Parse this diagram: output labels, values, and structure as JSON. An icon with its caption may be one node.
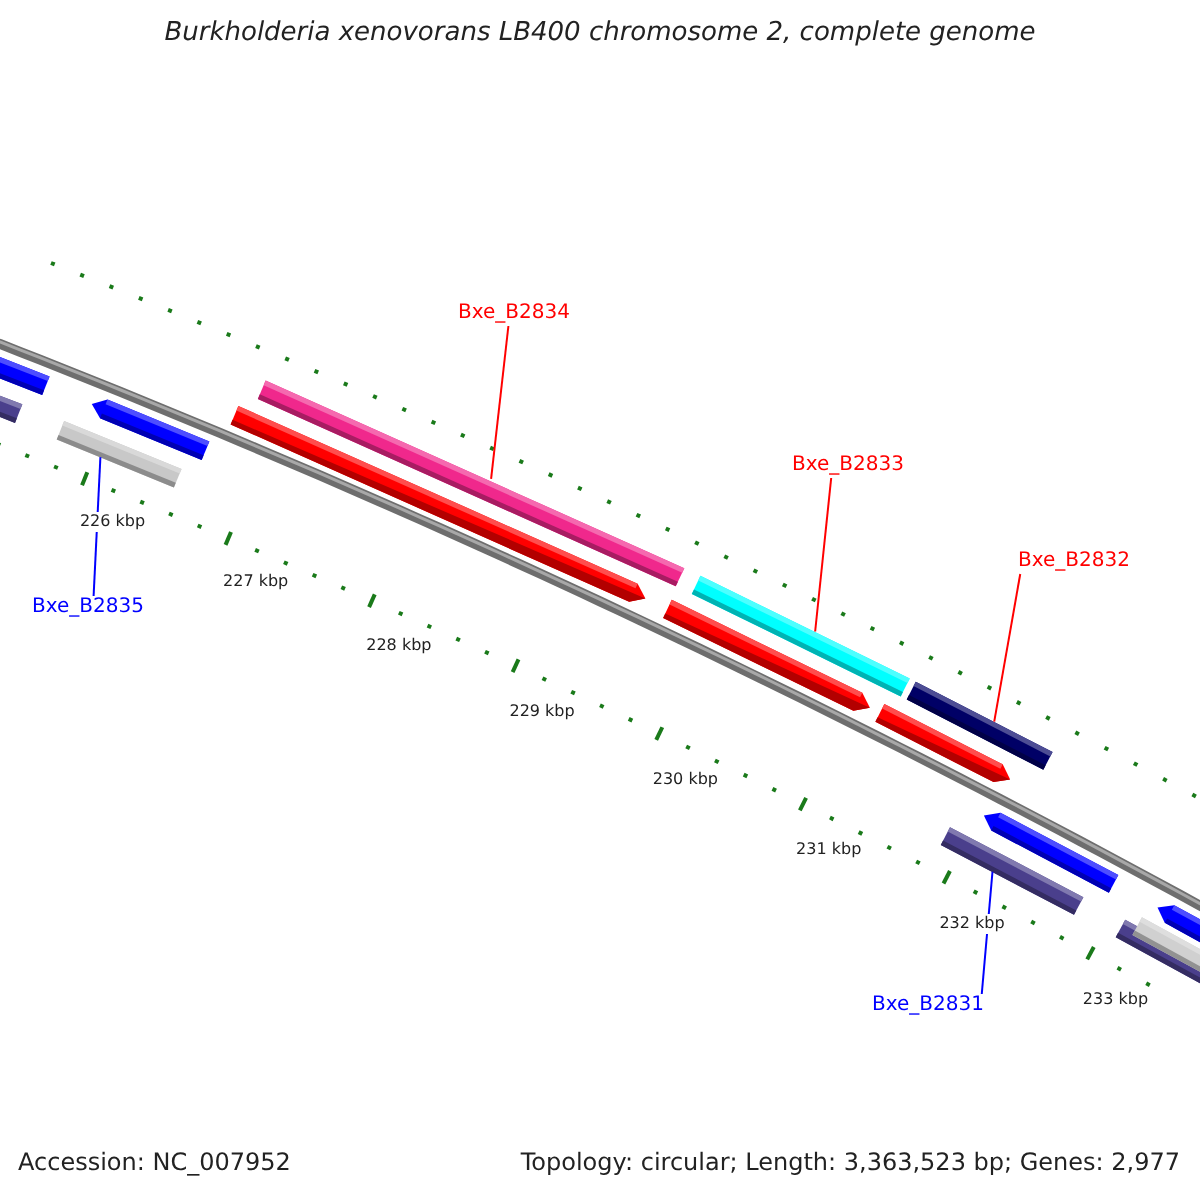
{
  "diagram": {
    "title": "Burkholderia xenovorans LB400 chromosome 2, complete genome",
    "nodes": [
      {
        "text": [
          "Bxe_B2834"
        ]
      },
      {
        "text": [],
        "shape": "bar"
      },
      {
        "text": [
          "Bxe_B2833"
        ]
      },
      {
        "text": [],
        "shape": "bar"
      },
      {
        "text": [
          "Bxe_B2832"
        ]
      },
      {
        "text": [],
        "shape": "bar"
      },
      {
        "text": [
          "Bxe_B2835"
        ]
      },
      {
        "text": [],
        "shape": "bar"
      },
      {
        "text": [
          "Bxe_B2831"
        ]
      },
      {
        "text": [],
        "shape": "bar"
      }
    ],
    "edges": [
      {
        "from": 0,
        "to": 1,
        "arrow": "none"
      },
      {
        "from": 2,
        "to": 3,
        "arrow": "none"
      },
      {
        "from": 4,
        "to": 5,
        "arrow": "none"
      },
      {
        "from": 6,
        "to": 7,
        "arrow": "none",
        "color": "#0000ff"
      },
      {
        "from": 8,
        "to": 9,
        "arrow": "none",
        "color": "#0000ff"
      }
    ],
    "labels": [
      "226 kbp",
      "227 kbp",
      "228 kbp",
      "229 kbp",
      "230 kbp",
      "231 kbp",
      "232 kbp",
      "233 kbp",
      "Accession: NC_007952",
      "Topology: circular; Length: 3,363,523 bp; Genes: 2,977"
    ]
  }
}
